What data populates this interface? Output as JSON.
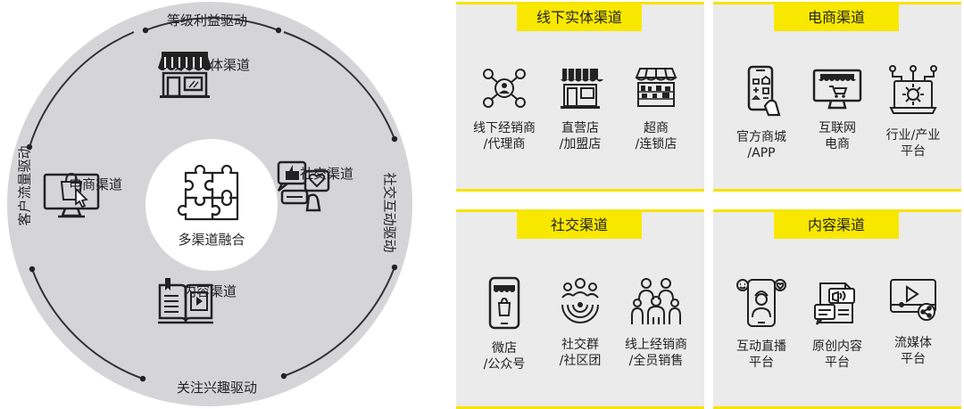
{
  "ring": {
    "top": "等级利益驱动",
    "bottom": "关注兴趣驱动",
    "left": "客户流量驱动",
    "right": "社交互动驱动"
  },
  "center": "多渠道融合",
  "channels": {
    "top": "线下实体渠道",
    "left": "电商渠道",
    "right": "社交渠道",
    "bottom": "内容渠道"
  },
  "panels": [
    {
      "title": "线下实体渠道",
      "items": [
        {
          "icon": "network-person-icon",
          "lines": [
            "线下经销商",
            "/代理商"
          ]
        },
        {
          "icon": "storefront-icon",
          "lines": [
            "直营店",
            "/加盟店"
          ]
        },
        {
          "icon": "supermarket-icon",
          "lines": [
            "超商",
            "/连锁店"
          ]
        }
      ]
    },
    {
      "title": "电商渠道",
      "items": [
        {
          "icon": "mobile-app-icon",
          "lines": [
            "官方商城",
            "/APP"
          ]
        },
        {
          "icon": "online-store-monitor-icon",
          "lines": [
            "互联网",
            "电商"
          ]
        },
        {
          "icon": "gear-platform-icon",
          "lines": [
            "行业/产业",
            "平台"
          ]
        }
      ]
    },
    {
      "title": "社交渠道",
      "items": [
        {
          "icon": "phone-shop-icon",
          "lines": [
            "微店",
            "/公众号"
          ]
        },
        {
          "icon": "group-community-icon",
          "lines": [
            "社交群",
            "/社区团"
          ]
        },
        {
          "icon": "sales-team-icon",
          "lines": [
            "线上经销商",
            "/全员销售"
          ]
        }
      ]
    },
    {
      "title": "内容渠道",
      "items": [
        {
          "icon": "live-stream-icon",
          "lines": [
            "互动直播",
            "平台"
          ]
        },
        {
          "icon": "original-content-icon",
          "lines": [
            "原创内容",
            "平台"
          ]
        },
        {
          "icon": "streaming-media-icon",
          "lines": [
            "流媒体",
            "平台"
          ]
        }
      ]
    }
  ]
}
